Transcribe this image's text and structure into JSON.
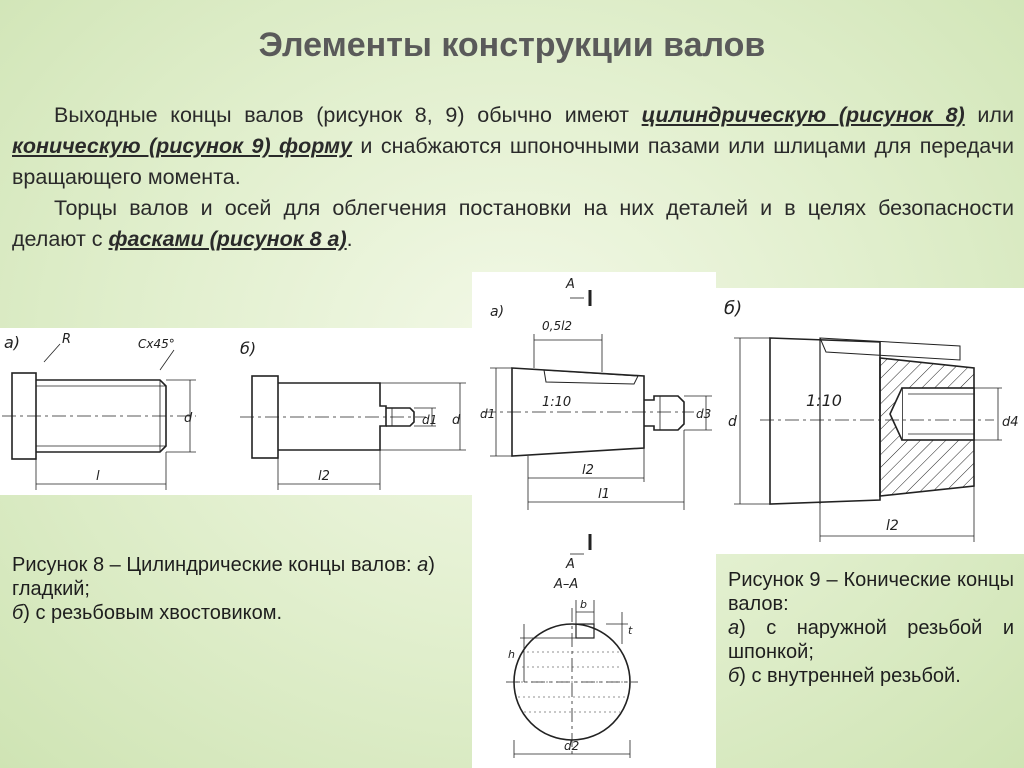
{
  "title": "Элементы конструкции валов",
  "paragraph1": {
    "t1": "Выходные концы валов (рисунок 8, 9) обычно имеют ",
    "e1": "цилиндрическую (рисунок 8)",
    "t2": " или ",
    "e2": "коническую (рисунок 9) форму",
    "t3": " и снабжаются шпоночными пазами или шлицами для передачи вращающего момента."
  },
  "paragraph2": {
    "t1": "Торцы валов и осей для облегчения постановки на них деталей и в целях безопасности делают с ",
    "e1": "фасками (рисунок 8 а)",
    "t2": "."
  },
  "figure8": {
    "label_a": "а)",
    "label_b": "б)",
    "dim_R": "R",
    "dim_C": "Cx45°",
    "dim_d": "d",
    "dim_l": "l",
    "dim_d1": "d1",
    "dim_d2": "d",
    "dim_l2": "l2"
  },
  "figure9a": {
    "label_a": "а)",
    "section_mark": "A",
    "dim_05l2": "0,5l2",
    "taper": "1:10",
    "dim_d1": "d1",
    "dim_d3": "d3",
    "dim_l2": "l2",
    "dim_l1": "l1",
    "section_title": "A–A",
    "dim_b": "b",
    "dim_h": "h",
    "dim_t": "t",
    "dim_d2": "d2"
  },
  "figure9b": {
    "label_b": "б)",
    "taper": "1:10",
    "dim_d": "d",
    "dim_d4": "d4",
    "dim_l2": "l2"
  },
  "caption8": {
    "line1": "Рисунок 8 – Цилиндрические концы валов: ",
    "a": "а",
    "a_text": ") гладкий;",
    "b": "б",
    "b_text": ") с резьбовым хвостовиком."
  },
  "caption9": {
    "line1": "Рисунок 9 – Конические концы валов:",
    "a": "а",
    "a_text": ") с наружной резьбой и шпонкой;",
    "b": "б",
    "b_text": ") с внутренней резьбой."
  }
}
